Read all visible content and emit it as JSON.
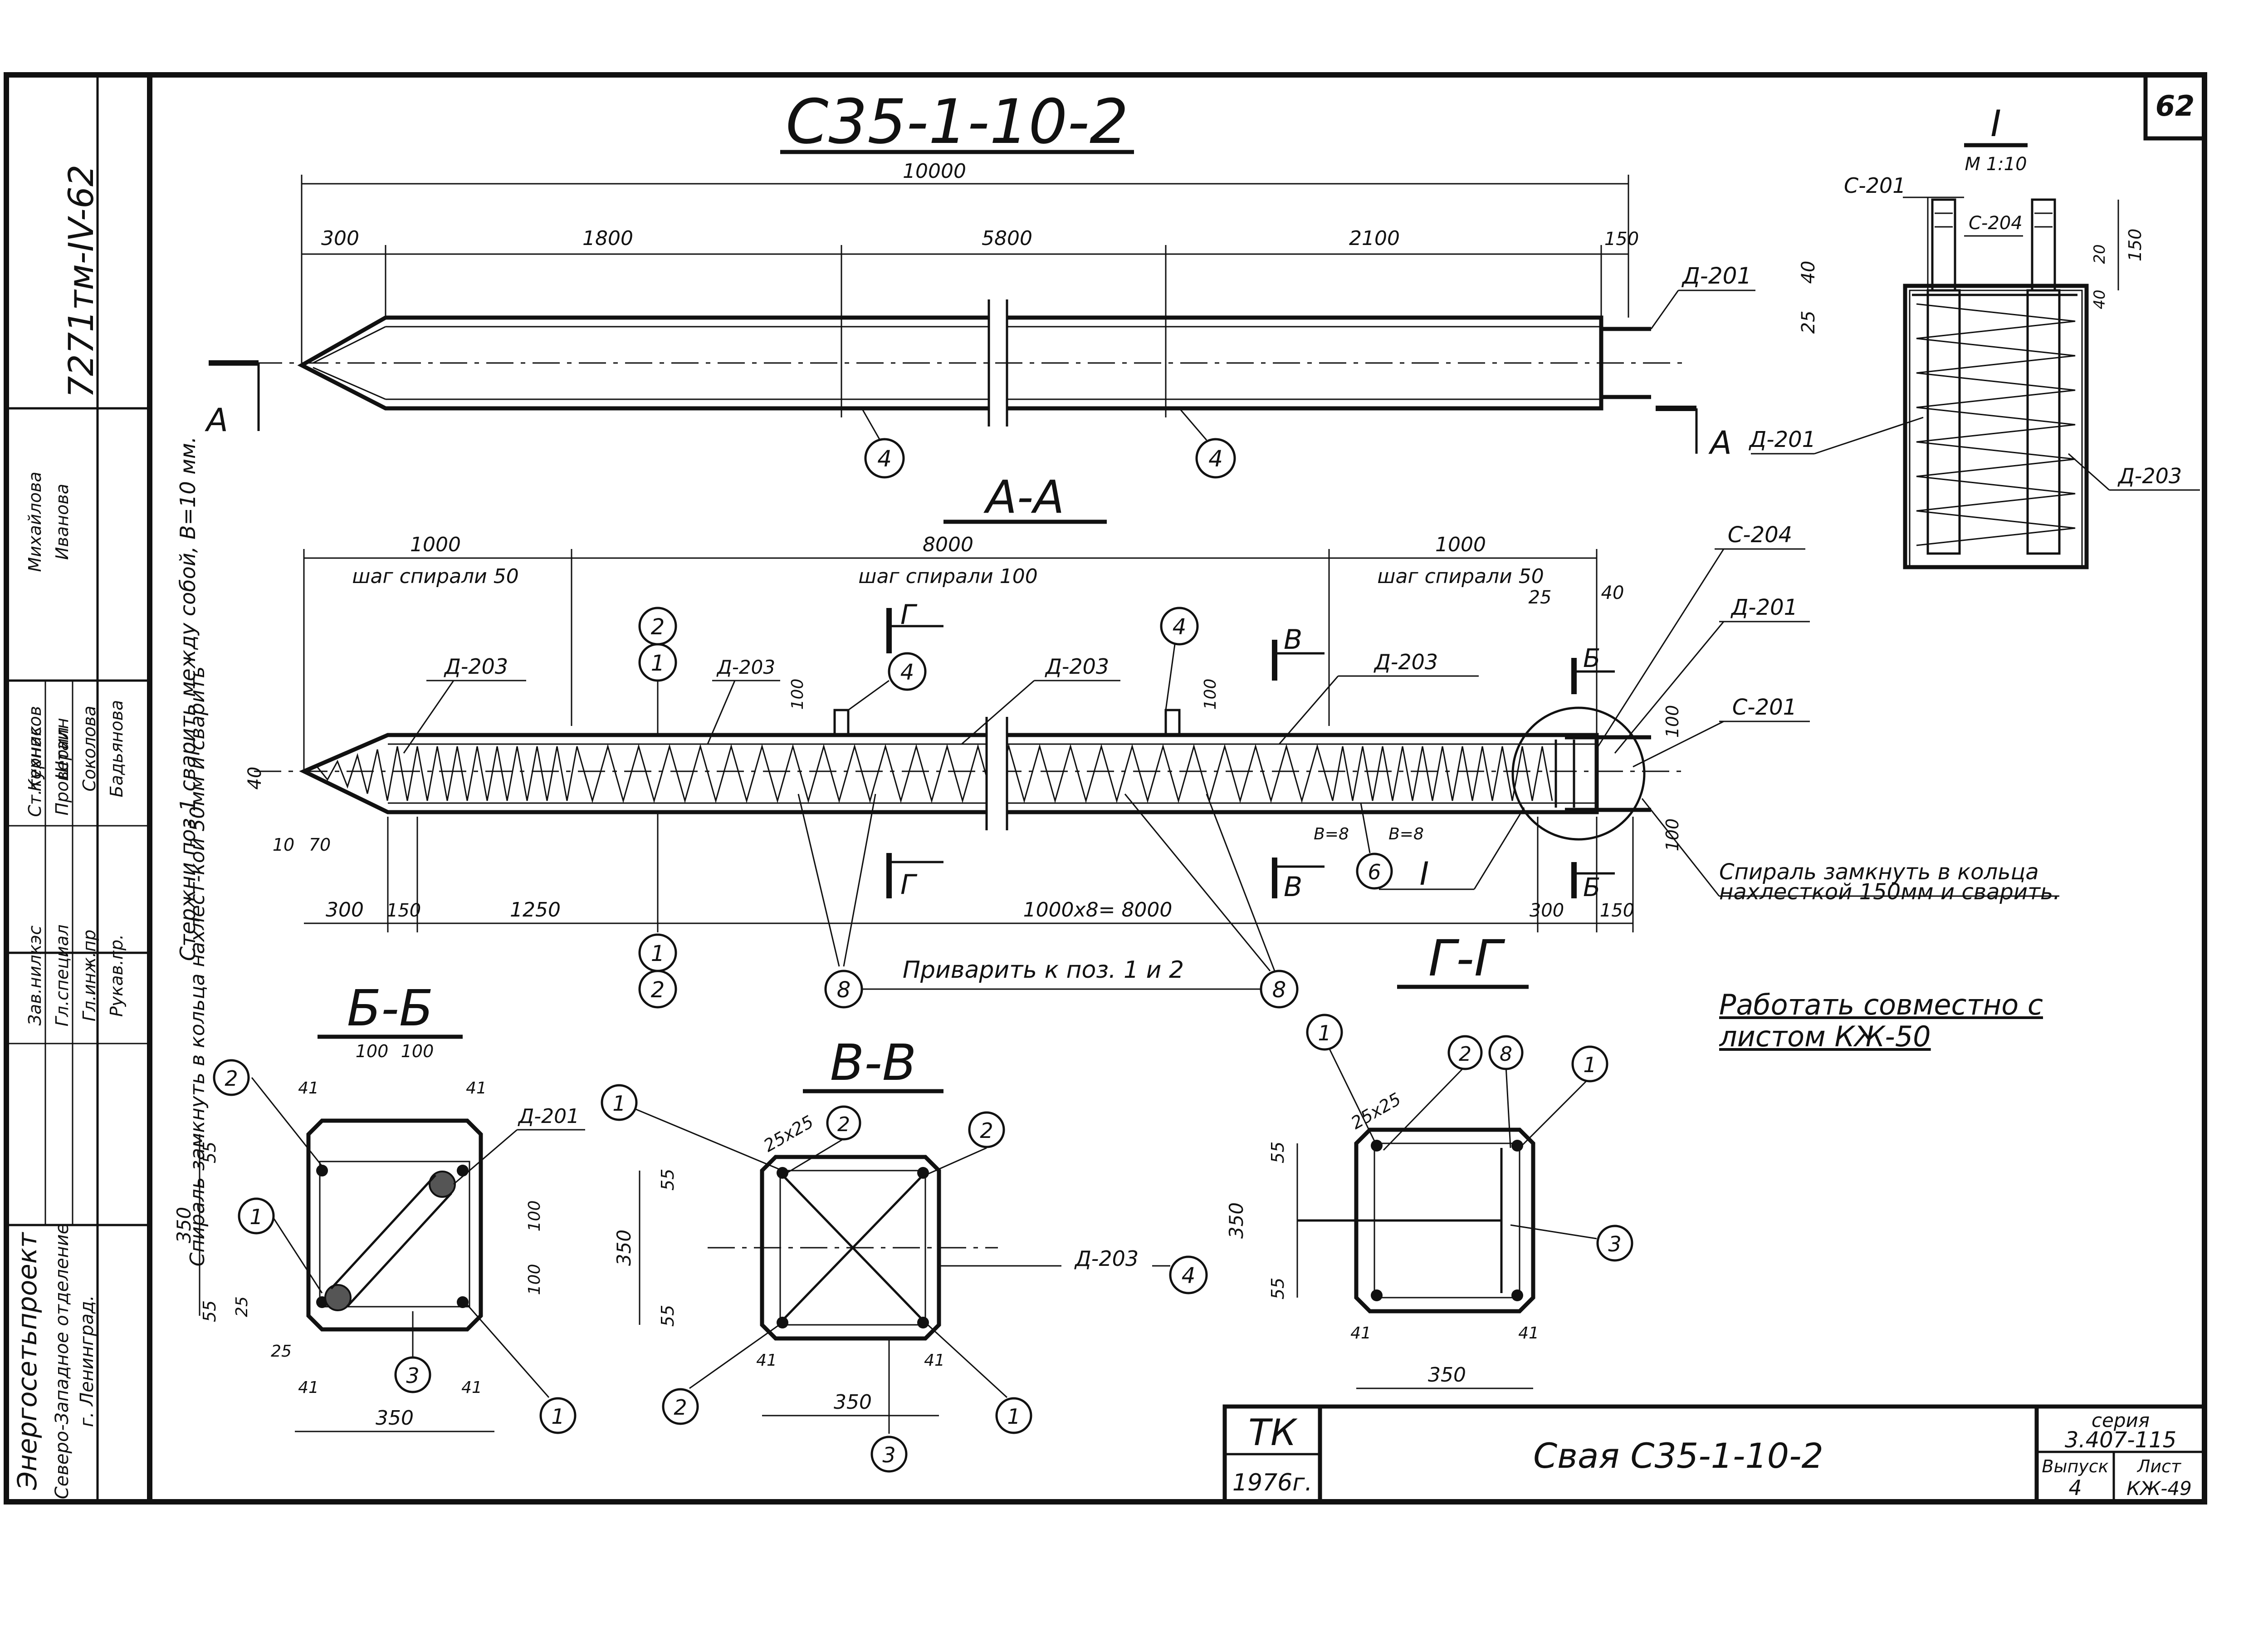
{
  "sheet_number": "62",
  "title_main": "С35-1-10-2",
  "section_title_aa": "А-А",
  "section_marker_a": "А",
  "section_b_label": "Б",
  "section_v_label": "В",
  "section_g_label": "Г",
  "node_label": "I",
  "node_scale": "М 1:10",
  "elevation": {
    "overall_dim": "10000",
    "segments": [
      "300",
      "1800",
      "5800",
      "2100",
      "150"
    ],
    "bar_label": "Д-201",
    "pos_left": "4",
    "pos_right": "4"
  },
  "section_aa": {
    "dims_top": [
      "1000",
      "8000",
      "1000"
    ],
    "pitch_notes": [
      "шаг спирали 50",
      "шаг спирали 100",
      "шаг спирали 50"
    ],
    "dims_bottom": [
      "300",
      "150",
      "1250",
      "1000х8= 8000",
      "300",
      "150"
    ],
    "dims_small": [
      "10",
      "70",
      "40",
      "25",
      "40",
      "100",
      "100",
      "100",
      "100"
    ],
    "labels": [
      "Д-203",
      "Д-203",
      "Д-203",
      "Д-203",
      "С-204",
      "Д-201",
      "С-201"
    ],
    "weld_notes": [
      "В=8",
      "В=8"
    ],
    "positions": [
      "2",
      "1",
      "4",
      "4",
      "1",
      "2",
      "8",
      "8",
      "6"
    ],
    "note_weld": "Приварить к поз. 1 и 2",
    "note_spiral_right": "Спираль замкнуть в кольца нахлесткой 150мм и сварить.",
    "note_spiral_left": "Спираль замкнуть в кольца нахлест-кой 50мм и сварить",
    "note_bars": "Стержни поз.1 сварить между собой, В=10 мм."
  },
  "node_detail": {
    "labels": [
      "С-201",
      "С-204",
      "Д-201",
      "Д-203"
    ],
    "dims": [
      "150",
      "40",
      "20",
      "40",
      "25"
    ]
  },
  "section_bb": {
    "title": "Б-Б",
    "dims": [
      "100",
      "100",
      "41",
      "41",
      "55",
      "350",
      "55",
      "25",
      "25",
      "41",
      "350",
      "41",
      "100",
      "100"
    ],
    "label": "Д-201",
    "positions": [
      "2",
      "1",
      "3",
      "1"
    ]
  },
  "section_vv": {
    "title": "В-В",
    "dims": [
      "25х25",
      "55",
      "350",
      "55",
      "41",
      "350",
      "41"
    ],
    "label": "Д-203",
    "positions": [
      "1",
      "2",
      "2",
      "4",
      "2",
      "3",
      "1"
    ]
  },
  "section_gg": {
    "title": "Г-Г",
    "dims": [
      "25х25",
      "55",
      "350",
      "55",
      "41",
      "41",
      "350"
    ],
    "positions": [
      "1",
      "2",
      "8",
      "1",
      "3"
    ]
  },
  "note_together": "Работать совместно с листом КЖ-50",
  "stamp": {
    "org": "ТК",
    "year": "1976г.",
    "name": "Свая С35-1-10-2",
    "series_label": "серия",
    "series": "3.407-115",
    "issue_label": "Выпуск",
    "issue": "4",
    "sheet_label": "Лист",
    "sheet": "КЖ-49"
  },
  "side_stamp": {
    "project_code": "7271тм-IV-62",
    "roles": [
      "Ст.техник",
      "Проверил",
      "Зав.нилкэс",
      "Гл.специал",
      "Гл.инж.пр",
      "Рукав.гр."
    ],
    "persons": [
      "Михайлова",
      "Иванова",
      "Курнасов",
      "Штаин",
      "Соколова",
      "Бадьянова"
    ],
    "org_line1": "Энергосетьпроект",
    "org_line2": "Северо-Западное отделение",
    "org_line3": "г. Ленинград."
  },
  "colors": {
    "ink": "#111111",
    "paper": "#ffffff"
  }
}
